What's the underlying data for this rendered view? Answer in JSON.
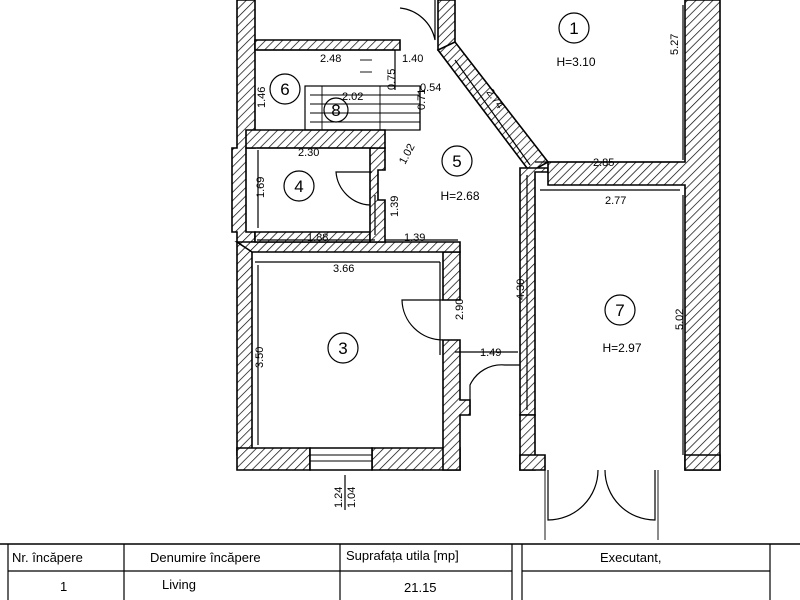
{
  "rooms": [
    {
      "id": "1",
      "height": "H=3.10"
    },
    {
      "id": "3",
      "height": ""
    },
    {
      "id": "4",
      "height": ""
    },
    {
      "id": "5",
      "height": "H=2.68"
    },
    {
      "id": "6",
      "height": ""
    },
    {
      "id": "7",
      "height": "H=2.97"
    },
    {
      "id": "8",
      "height": ""
    }
  ],
  "dimensions": {
    "d_2_48": "2.48",
    "d_1_40": "1.40",
    "d_0_75": "0.75",
    "d_0_54": "0.54",
    "d_1_46": "1.46",
    "d_2_02": "2.02",
    "d_0_71": "0.71",
    "d_2_74": "2.74",
    "d_5_27": "5.27",
    "d_2_30": "2.30",
    "d_1_02": "1.02",
    "d_1_69": "1.69",
    "d_2_85": "2.85",
    "d_2_77": "2.77",
    "d_1_39v": "1.39",
    "d_1_88": "1.88",
    "d_1_39h": "1.39",
    "d_3_66": "3.66",
    "d_4_30": "4.30",
    "d_2_90": "2.90",
    "d_5_02": "5.02",
    "d_3_50": "3.50",
    "d_1_49": "1.49",
    "d_1_24": "1.24",
    "d_1_04": "1.04"
  },
  "table": {
    "headers": [
      "Nr. încăpere",
      "Denumire încăpere",
      "Suprafața utila [mp]",
      "Executant,"
    ],
    "rows": [
      {
        "nr": "1",
        "name": "Living",
        "area": "21.15"
      }
    ]
  }
}
